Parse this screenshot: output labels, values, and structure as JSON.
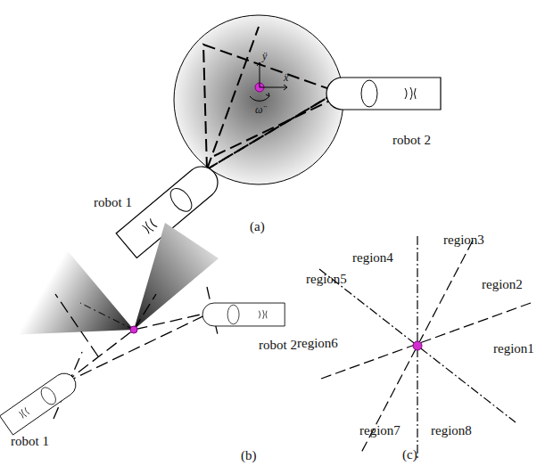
{
  "diagram": {
    "labels": [
      "robot 1",
      "robot 2",
      "(a)",
      "robot 1",
      "robot 2",
      "(b)",
      "region4",
      "region3",
      "region5",
      "region2",
      "region6",
      "region1",
      "region7",
      "region8",
      "(c)",
      "ÿ",
      "ẍ",
      "ω̈"
    ]
  }
}
